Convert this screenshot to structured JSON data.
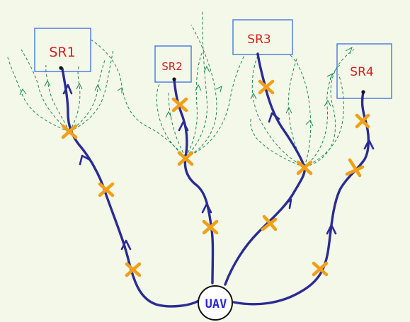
{
  "diagram": {
    "uav_label": "UAV",
    "sensor_regions": [
      {
        "id": "sr1",
        "label": "SR1"
      },
      {
        "id": "sr2",
        "label": "SR2"
      },
      {
        "id": "sr3",
        "label": "SR3"
      },
      {
        "id": "sr4",
        "label": "SR4"
      }
    ]
  },
  "colors": {
    "background": "#f3f8e8",
    "uav_path": "#2b2b94",
    "sensor_box": "#3a6ee0",
    "sensor_label": "#d42020",
    "waypoint_marker": "#f0a018",
    "uav_text": "#2a2bd0",
    "dashed_paths": "#1f8a5a"
  }
}
